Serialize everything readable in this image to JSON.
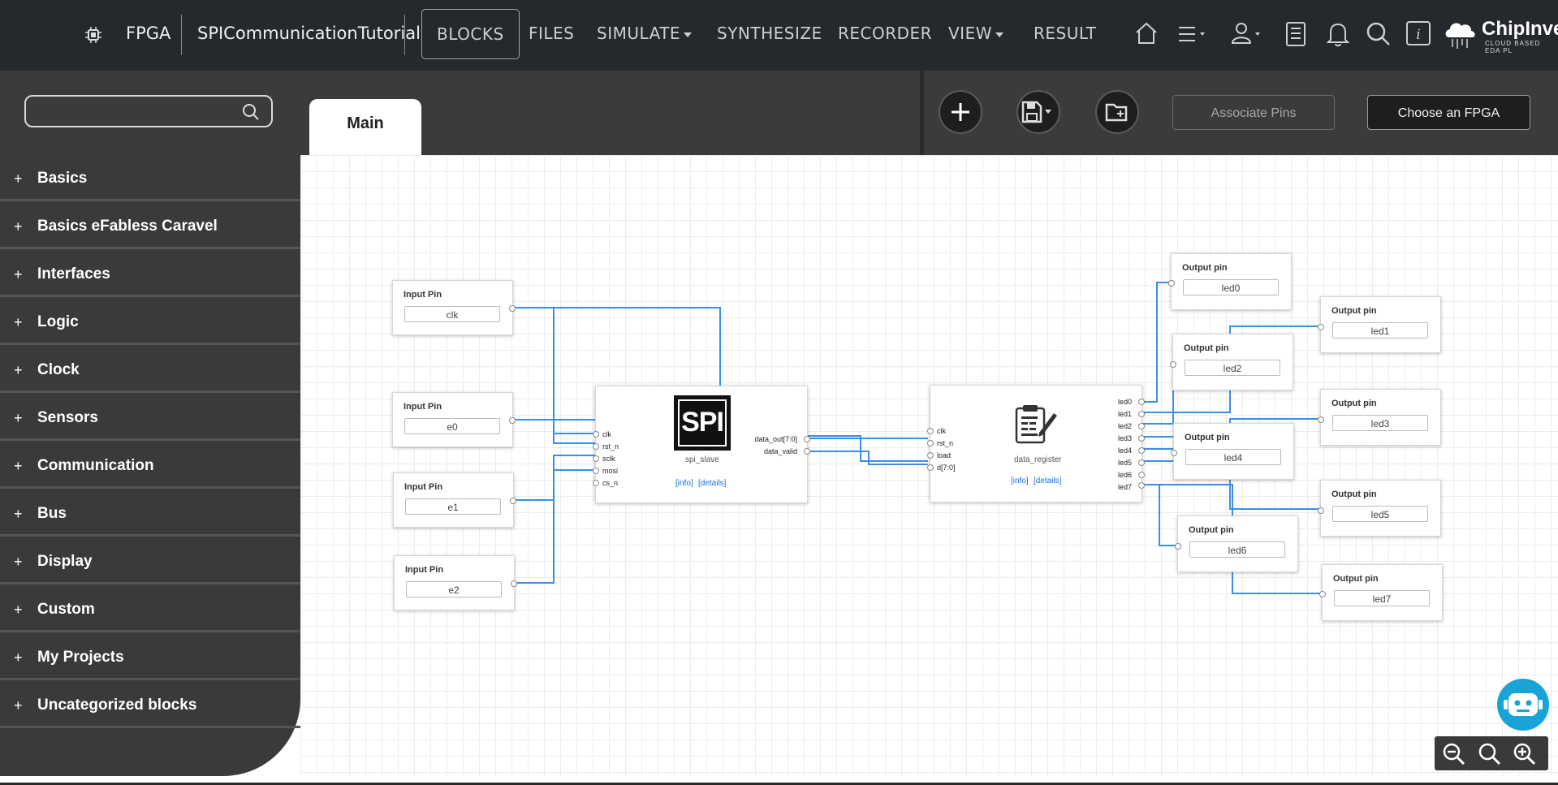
{
  "header": {
    "mode": "FPGA",
    "project": "SPICommunicationTutorial",
    "menu": {
      "blocks": "BLOCKS",
      "files": "FILES",
      "simulate": "SIMULATE",
      "synthesize": "SYNTHESIZE",
      "recorder": "RECORDER",
      "view": "VIEW",
      "result": "RESULT"
    },
    "active_menu": "BLOCKS",
    "logo": "ChipInver",
    "logo_sub": "CLOUD BASED EDA PL",
    "icons": [
      "home-icon",
      "hamburger-menu-icon",
      "user-icon",
      "document-list-icon",
      "bell-icon",
      "search-icon",
      "info-icon"
    ]
  },
  "toolbar": {
    "search_placeholder": "",
    "tab_main": "Main",
    "associate_pins": "Associate Pins",
    "choose_fpga": "Choose an FPGA"
  },
  "sidebar": {
    "items": [
      "Basics",
      "Basics eFabless Caravel",
      "Interfaces",
      "Logic",
      "Clock",
      "Sensors",
      "Communication",
      "Bus",
      "Display",
      "Custom",
      "My Projects",
      "Uncategorized blocks"
    ]
  },
  "canvas": {
    "input_pins": [
      {
        "title": "Input Pin",
        "value": "clk"
      },
      {
        "title": "Input Pin",
        "value": "e0"
      },
      {
        "title": "Input Pin",
        "value": "e1"
      },
      {
        "title": "Input Pin",
        "value": "e2"
      }
    ],
    "spi_block": {
      "name": "spi_slave",
      "logo": "SPI",
      "inputs": [
        "clk",
        "rst_n",
        "sclk",
        "mosi",
        "cs_n"
      ],
      "outputs": [
        "data_out[7:0]",
        "data_valid"
      ],
      "info": "[info]",
      "details": "[details]"
    },
    "data_register": {
      "name": "data_register",
      "inputs": [
        "clk",
        "rst_n",
        "load",
        "d[7:0]"
      ],
      "outputs": [
        "led0",
        "led1",
        "led2",
        "led3",
        "led4",
        "led5",
        "led6",
        "led7"
      ],
      "info": "[info]",
      "details": "[details]"
    },
    "output_pins": [
      {
        "title": "Output pin",
        "value": "led0"
      },
      {
        "title": "Output pin",
        "value": "led1"
      },
      {
        "title": "Output pin",
        "value": "led2"
      },
      {
        "title": "Output pin",
        "value": "led3"
      },
      {
        "title": "Output pin",
        "value": "led4"
      },
      {
        "title": "Output pin",
        "value": "led5"
      },
      {
        "title": "Output pin",
        "value": "led6"
      },
      {
        "title": "Output pin",
        "value": "led7"
      }
    ]
  },
  "colors": {
    "topbar": "#25282c",
    "toolbar": "#3b3b3b",
    "sidebar": "#3a3a3a",
    "wire": "#3b8ee8",
    "robot": "#19a3d6"
  }
}
